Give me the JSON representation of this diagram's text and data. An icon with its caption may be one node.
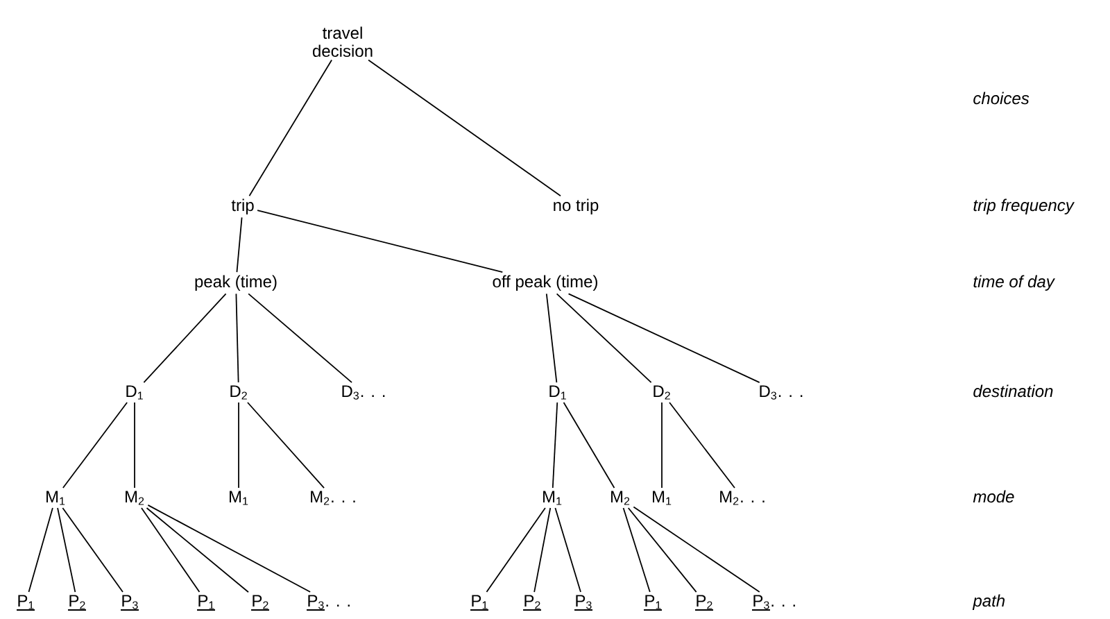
{
  "diagram": {
    "nodes": [
      {
        "text": [
          "travel decision"
        ]
      },
      {
        "text": [
          "trip"
        ]
      },
      {
        "text": [
          "no trip"
        ]
      },
      {
        "text": [
          "peak (time)"
        ]
      },
      {
        "text": [
          "off peak (time)"
        ]
      },
      {
        "text": [
          "D$_{1}$"
        ]
      },
      {
        "text": [
          "D$_{2}$"
        ]
      },
      {
        "text": [
          "D$_{3}$. . ."
        ]
      },
      {
        "text": [
          "D$_{1}$"
        ]
      },
      {
        "text": [
          "D$_{2}$"
        ]
      },
      {
        "text": [
          "D$_{3}$. . ."
        ]
      },
      {
        "text": [
          "M$_{1}$"
        ]
      },
      {
        "text": [
          "M$_{2}$"
        ]
      },
      {
        "text": [
          "M$_{1}$"
        ]
      },
      {
        "text": [
          "M$_{2}$. . ."
        ]
      },
      {
        "text": [
          "M$_{1}$"
        ]
      },
      {
        "text": [
          "M$_{2}$"
        ]
      },
      {
        "text": [
          "M$_{1}$"
        ]
      },
      {
        "text": [
          "M$_{2}$. . ."
        ]
      },
      {
        "text": [
          "P$_{1}$"
        ]
      },
      {
        "text": [
          "P$_{2}$"
        ]
      },
      {
        "text": [
          "P$_{3}$"
        ]
      },
      {
        "text": [
          "P$_{1}$"
        ]
      },
      {
        "text": [
          "P$_{2}$"
        ]
      },
      {
        "text": [
          "P$_{3}$. . ."
        ]
      },
      {
        "text": [
          "P$_{1}$"
        ]
      },
      {
        "text": [
          "P$_{2}$"
        ]
      },
      {
        "text": [
          "P$_{3}$"
        ]
      },
      {
        "text": [
          "P$_{1}$"
        ]
      },
      {
        "text": [
          "P$_{2}$"
        ]
      },
      {
        "text": [
          "P$_{3}$. . ."
        ]
      }
    ],
    "edges": [
      {
        "from": 0,
        "to": 1,
        "arrow": "none"
      },
      {
        "from": 0,
        "to": 2,
        "arrow": "none"
      },
      {
        "from": 1,
        "to": 3,
        "arrow": "none"
      },
      {
        "from": 1,
        "to": 4,
        "arrow": "none"
      },
      {
        "from": 3,
        "to": 5,
        "arrow": "none"
      },
      {
        "from": 3,
        "to": 6,
        "arrow": "none"
      },
      {
        "from": 3,
        "to": 7,
        "arrow": "none"
      },
      {
        "from": 4,
        "to": 8,
        "arrow": "none"
      },
      {
        "from": 4,
        "to": 9,
        "arrow": "none"
      },
      {
        "from": 4,
        "to": 10,
        "arrow": "none"
      },
      {
        "from": 5,
        "to": 11,
        "arrow": "none"
      },
      {
        "from": 5,
        "to": 12,
        "arrow": "none"
      },
      {
        "from": 6,
        "to": 13,
        "arrow": "none"
      },
      {
        "from": 6,
        "to": 14,
        "arrow": "none"
      },
      {
        "from": 8,
        "to": 15,
        "arrow": "none"
      },
      {
        "from": 8,
        "to": 16,
        "arrow": "none"
      },
      {
        "from": 9,
        "to": 17,
        "arrow": "none"
      },
      {
        "from": 9,
        "to": 18,
        "arrow": "none"
      },
      {
        "from": 11,
        "to": 19,
        "arrow": "none"
      },
      {
        "from": 11,
        "to": 20,
        "arrow": "none"
      },
      {
        "from": 11,
        "to": 21,
        "arrow": "none"
      },
      {
        "from": 12,
        "to": 22,
        "arrow": "none"
      },
      {
        "from": 12,
        "to": 23,
        "arrow": "none"
      },
      {
        "from": 12,
        "to": 24,
        "arrow": "none"
      },
      {
        "from": 15,
        "to": 25,
        "arrow": "none"
      },
      {
        "from": 15,
        "to": 26,
        "arrow": "none"
      },
      {
        "from": 15,
        "to": 27,
        "arrow": "none"
      },
      {
        "from": 16,
        "to": 28,
        "arrow": "none"
      },
      {
        "from": 16,
        "to": 29,
        "arrow": "none"
      },
      {
        "from": 16,
        "to": 30,
        "arrow": "none"
      }
    ],
    "labels": [
      "choices",
      "trip frequency",
      "time of day",
      "destination",
      "mode",
      "path"
    ]
  }
}
